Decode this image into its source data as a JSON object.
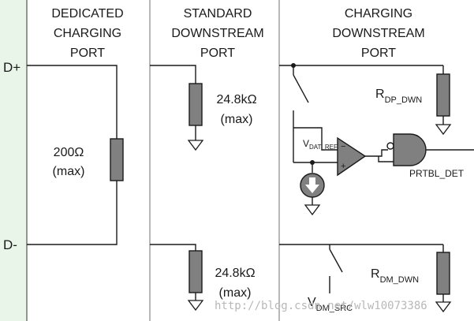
{
  "sections": [
    {
      "title_lines": [
        "DEDICATED",
        "CHARGING",
        "PORT"
      ]
    },
    {
      "title_lines": [
        "STANDARD",
        "DOWNSTREAM",
        "PORT"
      ]
    },
    {
      "title_lines": [
        "CHARGING",
        "DOWNSTREAM",
        "PORT"
      ]
    }
  ],
  "lines": {
    "dplus": "D+",
    "dminus": "D-"
  },
  "dedicated": {
    "value": "200Ω",
    "note": "(max)"
  },
  "standard": {
    "dp_value": "24.8kΩ",
    "dp_note": "(max)",
    "dm_value": "24.8kΩ",
    "dm_note": "(max)"
  },
  "charging": {
    "rdp": {
      "main": "R",
      "sub": "DP_DWN"
    },
    "rdm": {
      "main": "R",
      "sub": "DM_DWN"
    },
    "vdat": {
      "main": "V",
      "sub": "DAT_REF"
    },
    "vdm": {
      "main": "V",
      "sub": "DM_SRC"
    },
    "comparator": {
      "minus": "−",
      "plus": "+"
    },
    "gate_output": "PRTBL_DET"
  },
  "watermark": "http://blog.csdn.net/wlw10073386"
}
